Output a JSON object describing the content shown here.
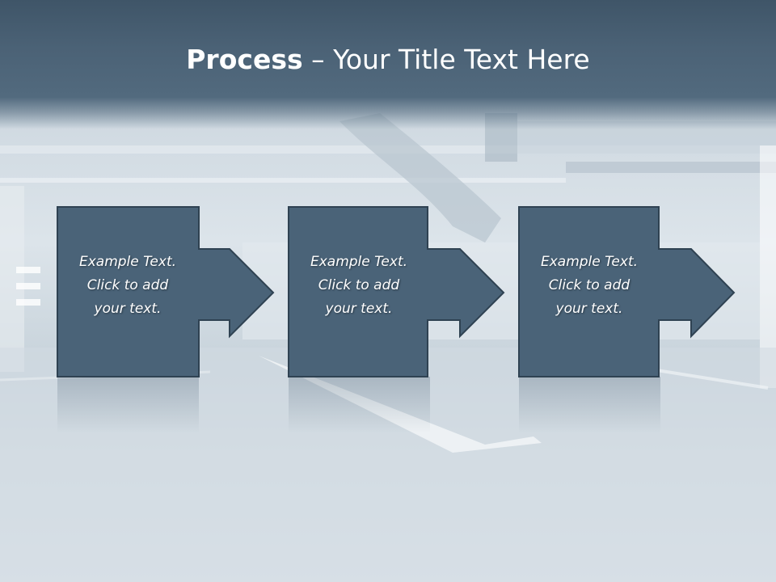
{
  "slide": {
    "title_strong": "Process",
    "title_rest": " – Your Title Text Here",
    "steps": [
      {
        "line1": "Example Text.",
        "line2": "Click  to add",
        "line3": "your text."
      },
      {
        "line1": "Example Text.",
        "line2": "Click  to add",
        "line3": "your text."
      },
      {
        "line1": "Example Text.",
        "line2": "Click  to add",
        "line3": "your text."
      }
    ]
  },
  "colors": {
    "title_bar": "#4b6276",
    "step_fill": "#4a6378",
    "step_border": "#2f4252",
    "title_text": "#ffffff"
  }
}
